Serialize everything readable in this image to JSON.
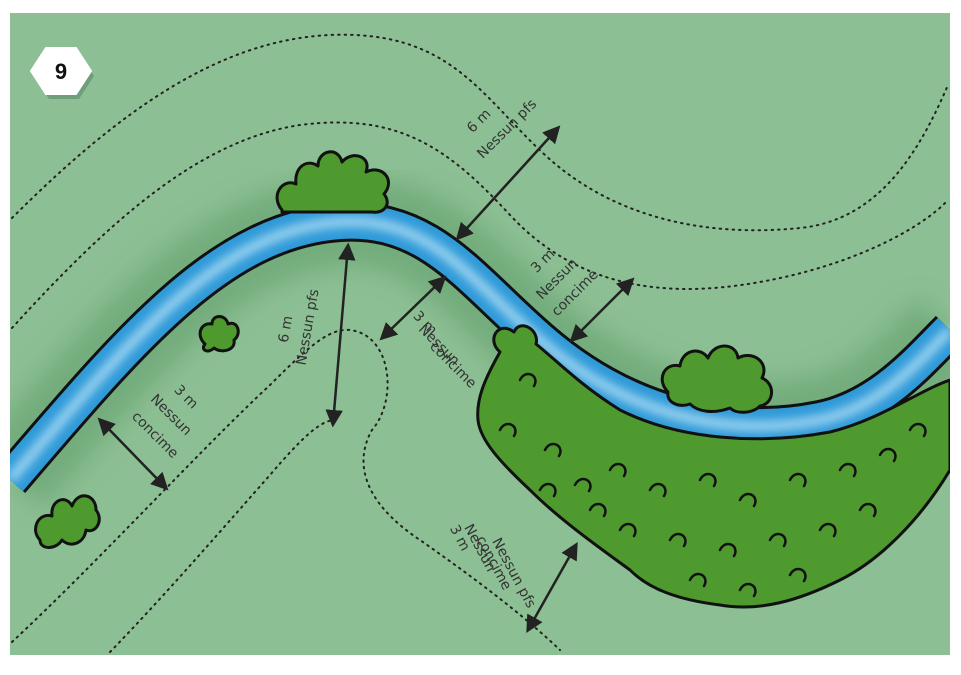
{
  "badge": {
    "number": "9"
  },
  "colors": {
    "background": "#8cbf93",
    "river": "#2f9ad8",
    "river_highlight": "#bfe6f8",
    "bush": "#4e9a2e",
    "bush_dark": "#2f6d1f",
    "outline": "#111111",
    "arrow": "#222222"
  },
  "labels": {
    "upper_6m": {
      "distance": "6 m",
      "text": "Nessun pfs"
    },
    "upper_3m": {
      "distance": "3 m",
      "line1": "Nessun",
      "line2": "concime"
    },
    "center_3m": {
      "distance": "3 m",
      "line1": "Nessun",
      "line2": "concime"
    },
    "center_6m": {
      "distance": "6 m",
      "text": "Nessun pfs"
    },
    "left_3m": {
      "distance": "3 m",
      "line1": "Nessun",
      "line2": "concime"
    },
    "bottom_3m": {
      "distance": "3 m",
      "line1": "Nessun",
      "line2": "concime",
      "line3": "Nessun pfs"
    }
  }
}
